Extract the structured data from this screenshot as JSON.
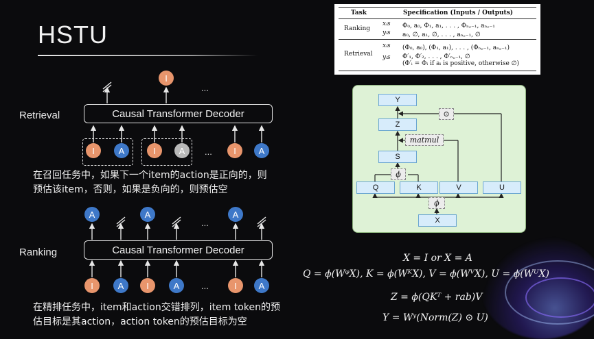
{
  "slide": {
    "title": "HSTU",
    "retrieval_label": "Retrieval",
    "ranking_label": "Ranking",
    "decoder_label": "Causal Transformer Decoder",
    "ellipsis": "...",
    "retrieval_inputs": [
      "I",
      "A",
      "I",
      "A",
      "I",
      "A"
    ],
    "retrieval_output": "I",
    "ranking_inputs": [
      "I",
      "A",
      "I",
      "A",
      "I",
      "A"
    ],
    "ranking_outputs": [
      "A",
      "A",
      "A"
    ],
    "retrieval_note_line1": "在召回任务中，如果下一个item的action是正向的，则",
    "retrieval_note_line2": "预估该item，否则，如果是负向的，则预估空",
    "ranking_note_line1": "在精排任务中，item和action交错排列，item token的预",
    "ranking_note_line2": "估目标是其action，action token的预估目标为空"
  },
  "spec_table": {
    "header_task": "Task",
    "header_spec": "Specification (Inputs / Outputs)",
    "ranking_task": "Ranking",
    "retrieval_task": "Retrieval",
    "xi": "xᵢs",
    "yi": "yᵢs",
    "ranking_x": "Φ₀, a₀, Φ₁, a₁, . . . , Φₙ꜀₋₁, aₙ꜀₋₁",
    "ranking_y": "a₀, ∅, a₁, ∅, . . . , aₙ꜀₋₁, ∅",
    "retrieval_x": "(Φ₀, a₀), (Φ₁, a₁), . . . , (Φₙ꜀₋₁, aₙ꜀₋₁)",
    "retrieval_y": "Φ′₁, Φ′₂, . . . , Φ′ₙ꜀₋₁, ∅",
    "retrieval_note": "(Φ′ᵢ = Φᵢ if aᵢ is positive, otherwise ∅)"
  },
  "diagram": {
    "Y": "Y",
    "Z": "Z",
    "S": "S",
    "Q": "Q",
    "K": "K",
    "V": "V",
    "U": "U",
    "X": "X",
    "matmul": "matmul",
    "phi": "ϕ",
    "odot": "⊙"
  },
  "equations": {
    "eq1": "X = I or X = A",
    "eq2": "Q = ϕ(WᵠX), K = ϕ(WᴷX), V = ϕ(WⱽX), U = ϕ(WᵁX)",
    "eq3": "Z = ϕ(QKᵀ + rab)V",
    "eq4": "Y = Wʸ(Norm(Z) ⊙ U)"
  }
}
